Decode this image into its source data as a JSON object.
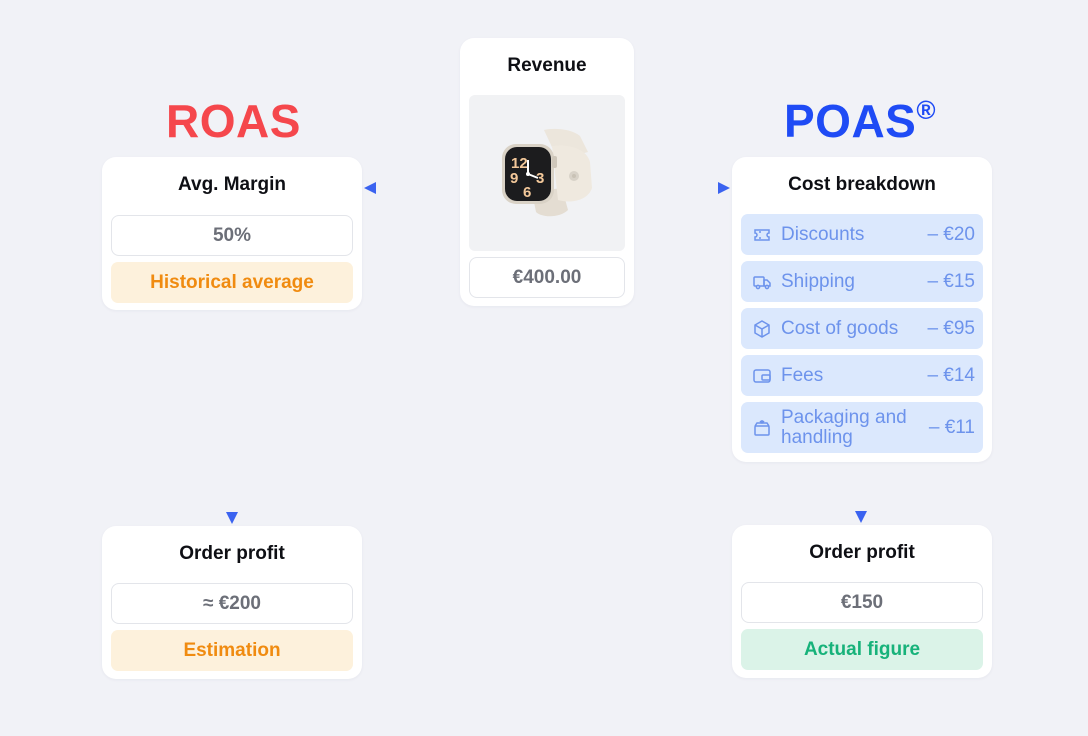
{
  "roas": {
    "heading": "ROAS",
    "margin_card": {
      "title": "Avg. Margin",
      "value": "50%",
      "tag": "Historical average"
    },
    "profit_card": {
      "title": "Order profit",
      "value": "≈ €200",
      "tag": "Estimation"
    }
  },
  "revenue": {
    "title": "Revenue",
    "product_image": "apple-watch-product-image",
    "value": "€400.00"
  },
  "poas": {
    "heading": "POAS",
    "heading_mark": "®",
    "cost_card": {
      "title": "Cost breakdown",
      "items": [
        {
          "icon": "ticket-icon",
          "label": "Discounts",
          "amount": "– €20"
        },
        {
          "icon": "truck-icon",
          "label": "Shipping",
          "amount": "– €15"
        },
        {
          "icon": "box-icon",
          "label": "Cost of goods",
          "amount": "– €95"
        },
        {
          "icon": "card-icon",
          "label": "Fees",
          "amount": "– €14"
        },
        {
          "icon": "gift-box-icon",
          "label": "Packaging and handling",
          "amount": "– €11"
        }
      ]
    },
    "profit_card": {
      "title": "Order profit",
      "value": "€150",
      "tag": "Actual figure"
    }
  },
  "colors": {
    "roas_red": "#f5474c",
    "poas_blue": "#1f4bf5",
    "arrow_blue": "#3b63f0",
    "tag_orange": "#f08b10",
    "tag_green": "#17b27a",
    "cost_row_bg": "#dbe8fd",
    "cost_row_text": "#6d93ec"
  }
}
